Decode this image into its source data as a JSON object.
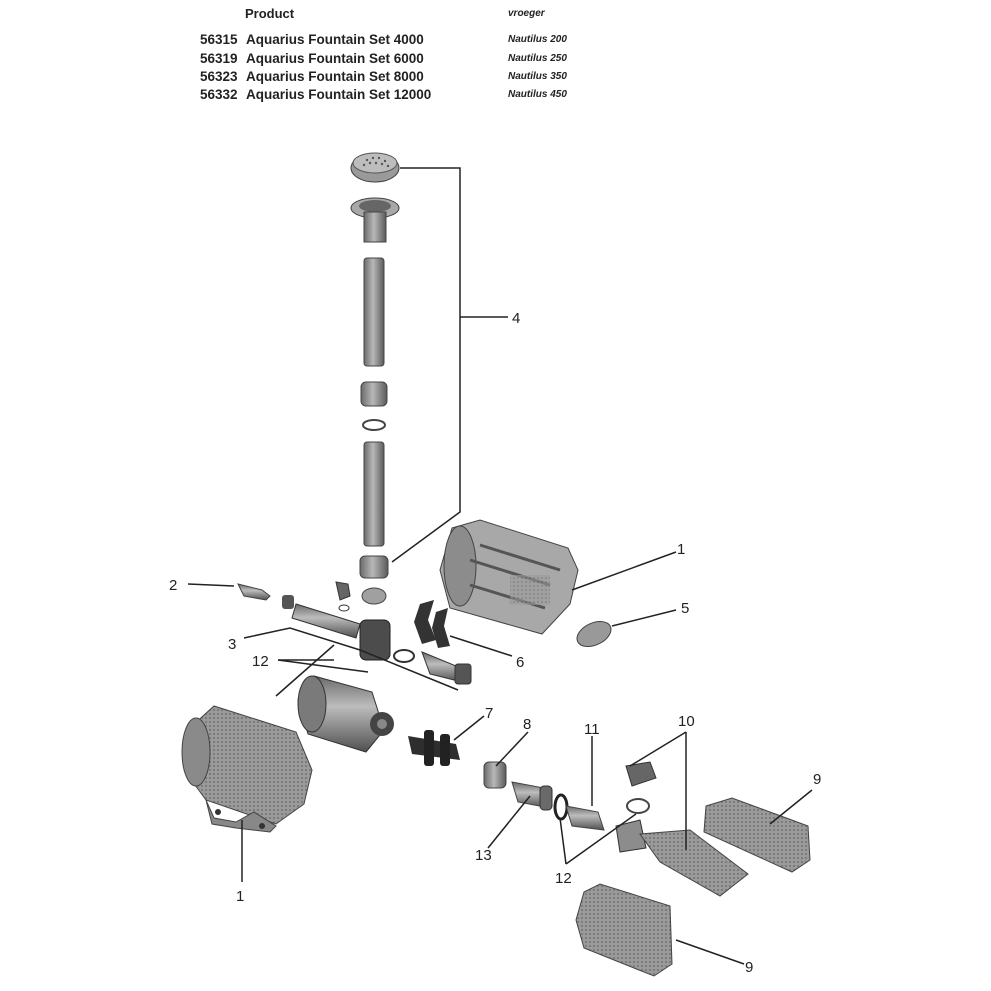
{
  "table": {
    "header_product": "Product",
    "header_old": "vroeger",
    "rows": [
      {
        "code": "56315",
        "name": "Aquarius Fountain Set 4000",
        "old": "Nautilus 200"
      },
      {
        "code": "56319",
        "name": "Aquarius Fountain Set 6000",
        "old": "Nautilus 250"
      },
      {
        "code": "56323",
        "name": "Aquarius Fountain Set 8000",
        "old": "Nautilus 350"
      },
      {
        "code": "56332",
        "name": "Aquarius Fountain Set 12000",
        "old": "Nautilus 450"
      }
    ]
  },
  "callouts": {
    "c1a": "1",
    "c1b": "1",
    "c2": "2",
    "c3": "3",
    "c4": "4",
    "c5": "5",
    "c6": "6",
    "c7": "7",
    "c8": "8",
    "c9a": "9",
    "c9b": "9",
    "c10": "10",
    "c11": "11",
    "c12a": "12",
    "c12b": "12",
    "c13": "13"
  },
  "colors": {
    "part_dark": "#4a4a4a",
    "part_mid": "#8a8a8a",
    "part_light": "#c4c4c4",
    "line": "#222222"
  }
}
